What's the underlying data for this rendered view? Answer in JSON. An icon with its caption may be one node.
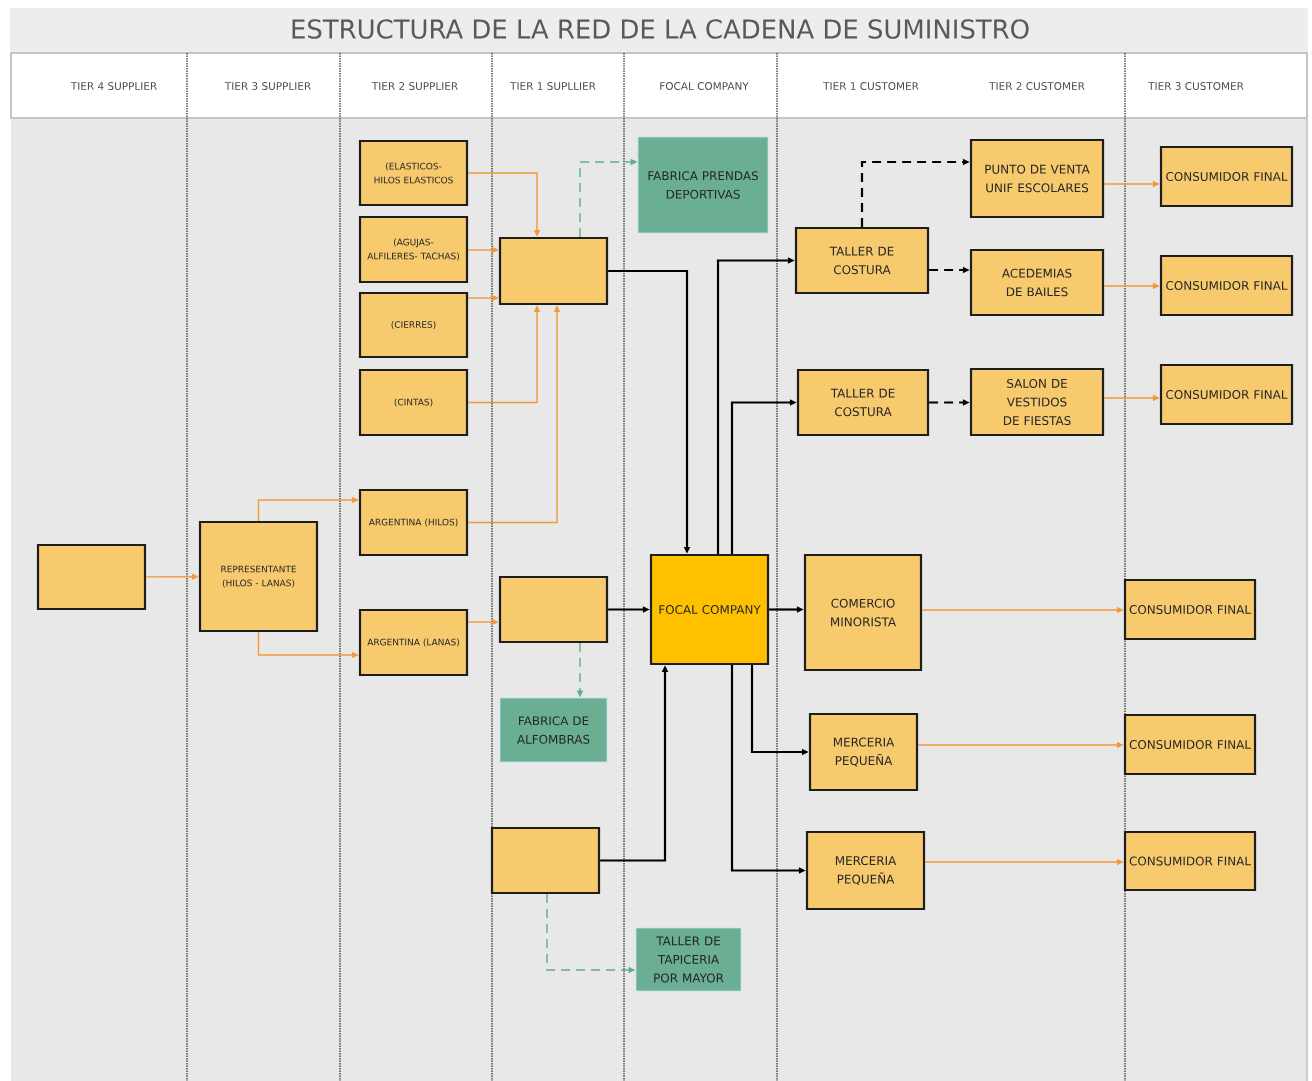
{
  "diagram": {
    "title": "ESTRUCTURA DE LA RED DE LA CADENA DE SUMINISTRO",
    "nodes": [
      {
        "text": [],
        "shape": "box"
      },
      {
        "text": [
          "REPRESENTANTE (HILOS - LANAS)"
        ]
      },
      {
        "text": [
          "(ELASTICOS- HILOS ELASTICOS"
        ]
      },
      {
        "text": [
          "(AGUJAS- ALFILERES- TACHAS)"
        ]
      },
      {
        "text": [
          "(CIERRES)"
        ]
      },
      {
        "text": [
          "(CINTAS)"
        ]
      },
      {
        "text": [
          "ARGENTINA (HILOS)"
        ]
      },
      {
        "text": [
          "ARGENTINA (LANAS)"
        ]
      },
      {
        "text": [],
        "shape": "box"
      },
      {
        "text": [],
        "shape": "box"
      },
      {
        "text": [],
        "shape": "box"
      },
      {
        "text": [
          "FABRICA PRENDAS DEPORTIVAS"
        ]
      },
      {
        "text": [
          "FABRICA DE ALFOMBRAS"
        ]
      },
      {
        "text": [
          "TALLER DE TAPICERIA POR MAYOR"
        ]
      },
      {
        "text": [
          "FOCAL COMPANY"
        ]
      },
      {
        "text": [
          "TALLER DE COSTURA"
        ]
      },
      {
        "text": [
          "TALLER DE COSTURA"
        ]
      },
      {
        "text": [
          "COMERCIO MINORISTA"
        ]
      },
      {
        "text": [
          "MERCERIA PEQUEÑA"
        ]
      },
      {
        "text": [
          "MERCERIA PEQUEÑA"
        ]
      },
      {
        "text": [
          "PUNTO DE VENTA UNIF ESCOLARES"
        ]
      },
      {
        "text": [
          "ACEDEMIAS DE BAILES"
        ]
      },
      {
        "text": [
          "SALON DE VESTIDOS DE FIESTAS"
        ]
      },
      {
        "text": [
          "CONSUMIDOR FINAL"
        ]
      },
      {
        "text": [
          "CONSUMIDOR FINAL"
        ]
      },
      {
        "text": [
          "CONSUMIDOR FINAL"
        ]
      },
      {
        "text": [
          "CONSUMIDOR FINAL"
        ]
      },
      {
        "text": [
          "CONSUMIDOR FINAL"
        ]
      },
      {
        "text": [
          "CONSUMIDOR FINAL"
        ]
      }
    ],
    "edges": [
      {
        "from": 0,
        "to": 1,
        "arrow": "to"
      },
      {
        "from": 1,
        "to": 6,
        "arrow": "to"
      },
      {
        "from": 1,
        "to": 7,
        "arrow": "to"
      },
      {
        "from": 2,
        "to": 8,
        "arrow": "to"
      },
      {
        "from": 3,
        "to": 8,
        "arrow": "to"
      },
      {
        "from": 4,
        "to": 8,
        "arrow": "to"
      },
      {
        "from": 5,
        "to": 8,
        "arrow": "to"
      },
      {
        "from": 6,
        "to": 8,
        "arrow": "to"
      },
      {
        "from": 7,
        "to": 9,
        "arrow": "to"
      },
      {
        "from": 8,
        "to": 14,
        "arrow": "to",
        "color": "#000000"
      },
      {
        "from": 9,
        "to": 14,
        "arrow": "to",
        "color": "#000000"
      },
      {
        "from": 10,
        "to": 14,
        "arrow": "to",
        "color": "#000000"
      },
      {
        "from": 8,
        "to": 11,
        "arrow": "to",
        "style": "dashed",
        "color": "#5fae8c"
      },
      {
        "from": 9,
        "to": 12,
        "arrow": "to",
        "style": "dashed",
        "color": "#5fae8c"
      },
      {
        "from": 10,
        "to": 13,
        "arrow": "to",
        "style": "dashed",
        "color": "#5fae8c"
      },
      {
        "from": 14,
        "to": 15,
        "arrow": "to",
        "color": "#000000"
      },
      {
        "from": 14,
        "to": 16,
        "arrow": "to",
        "color": "#000000"
      },
      {
        "from": 14,
        "to": 17,
        "arrow": "to",
        "color": "#000000"
      },
      {
        "from": 14,
        "to": 18,
        "arrow": "to",
        "color": "#000000"
      },
      {
        "from": 14,
        "to": 19,
        "arrow": "to",
        "color": "#000000"
      },
      {
        "from": 15,
        "to": 20,
        "arrow": "to",
        "style": "dashed",
        "color": "#000000"
      },
      {
        "from": 15,
        "to": 21,
        "arrow": "to",
        "style": "dashed",
        "color": "#000000"
      },
      {
        "from": 16,
        "to": 22,
        "arrow": "to",
        "style": "dashed",
        "color": "#000000"
      },
      {
        "from": 20,
        "to": 23,
        "arrow": "to"
      },
      {
        "from": 21,
        "to": 24,
        "arrow": "to"
      },
      {
        "from": 22,
        "to": 25,
        "arrow": "to"
      },
      {
        "from": 17,
        "to": 26,
        "arrow": "to"
      },
      {
        "from": 18,
        "to": 27,
        "arrow": "to"
      },
      {
        "from": 19,
        "to": 28,
        "arrow": "to"
      }
    ],
    "labels": [
      "TIER 4 SUPPLIER",
      "TIER 3 SUPPLIER",
      "TIER 2 SUPPLIER",
      "TIER 1 SUPLLIER",
      "FOCAL COMPANY",
      "TIER 1 CUSTOMER",
      "TIER 2 CUSTOMER",
      "TIER 3 CUSTOMER"
    ]
  }
}
